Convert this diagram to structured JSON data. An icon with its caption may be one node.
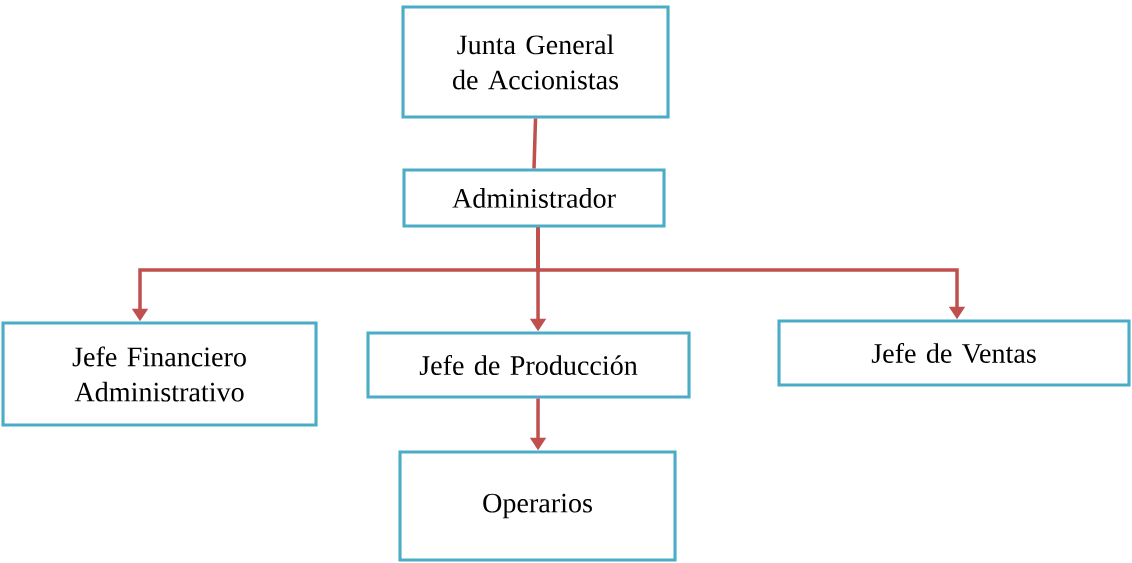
{
  "diagram": {
    "nodes": [
      {
        "text": [
          "Junta General de Accionistas"
        ]
      },
      {
        "text": [
          "Administrador"
        ]
      },
      {
        "text": [
          "Jefe Financiero Administrativo"
        ]
      },
      {
        "text": [
          "Jefe de Producción"
        ]
      },
      {
        "text": [
          "Jefe de Ventas"
        ]
      },
      {
        "text": [
          "Operarios"
        ]
      }
    ],
    "edges": [
      {
        "from": 0,
        "to": 1,
        "arrow": "none"
      },
      {
        "from": 1,
        "to": 2,
        "arrow": "to"
      },
      {
        "from": 1,
        "to": 3,
        "arrow": "to"
      },
      {
        "from": 1,
        "to": 4,
        "arrow": "to"
      },
      {
        "from": 3,
        "to": 5,
        "arrow": "to"
      }
    ]
  }
}
